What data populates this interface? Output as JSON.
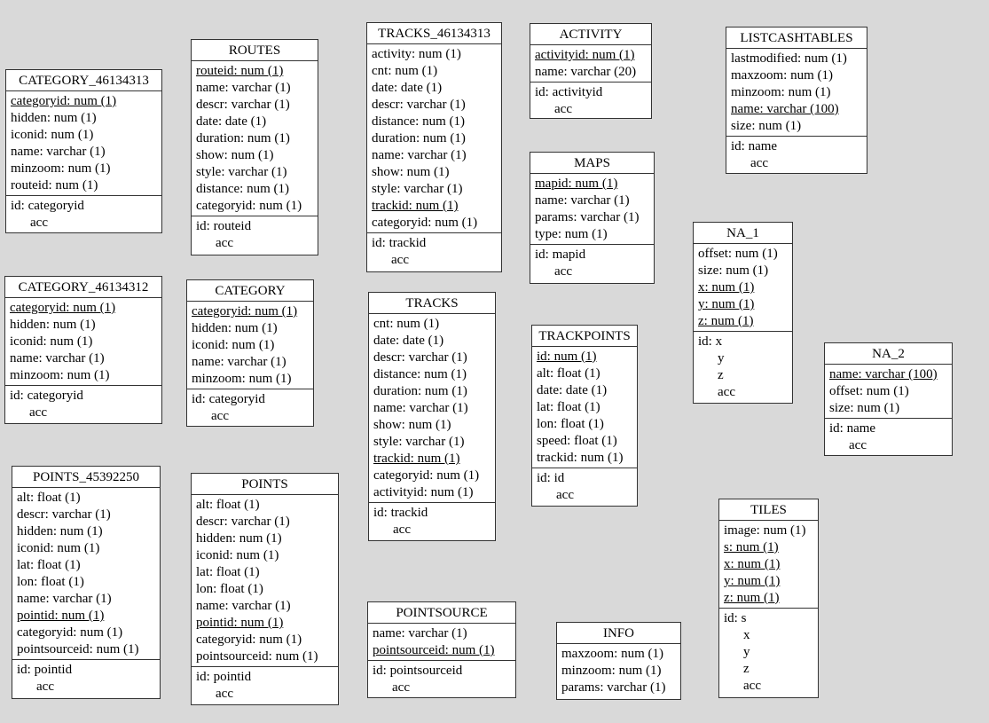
{
  "diagram": {
    "entities": [
      {
        "title": "CATEGORY_46134313",
        "attributes": [
          {
            "text": "categoryid: num (1)",
            "key": true
          },
          {
            "text": "hidden: num (1)"
          },
          {
            "text": "iconid: num (1)"
          },
          {
            "text": "name: varchar (1)"
          },
          {
            "text": "minzoom: num (1)"
          },
          {
            "text": "routeid: num (1)"
          }
        ],
        "id_label": "id: categoryid",
        "id_extra": [
          "acc"
        ]
      },
      {
        "title": "ROUTES",
        "attributes": [
          {
            "text": "routeid: num (1)",
            "key": true
          },
          {
            "text": "name: varchar (1)"
          },
          {
            "text": "descr: varchar (1)"
          },
          {
            "text": "date: date (1)"
          },
          {
            "text": "duration: num (1)"
          },
          {
            "text": "show: num (1)"
          },
          {
            "text": "style: varchar (1)"
          },
          {
            "text": "distance: num (1)"
          },
          {
            "text": "categoryid: num (1)"
          }
        ],
        "id_label": "id: routeid",
        "id_extra": [
          "acc"
        ]
      },
      {
        "title": "TRACKS_46134313",
        "attributes": [
          {
            "text": "activity: num (1)"
          },
          {
            "text": "cnt: num (1)"
          },
          {
            "text": "date: date (1)"
          },
          {
            "text": "descr: varchar (1)"
          },
          {
            "text": "distance: num (1)"
          },
          {
            "text": "duration: num (1)"
          },
          {
            "text": "name: varchar (1)"
          },
          {
            "text": "show: num (1)"
          },
          {
            "text": "style: varchar (1)"
          },
          {
            "text": "trackid: num (1)",
            "key": true
          },
          {
            "text": "categoryid: num (1)"
          }
        ],
        "id_label": "id: trackid",
        "id_extra": [
          "acc"
        ]
      },
      {
        "title": "ACTIVITY",
        "attributes": [
          {
            "text": "activityid: num (1)",
            "key": true
          },
          {
            "text": "name: varchar (20)"
          }
        ],
        "id_label": "id: activityid",
        "id_extra": [
          "acc"
        ]
      },
      {
        "title": "LISTCASHTABLES",
        "attributes": [
          {
            "text": "lastmodified: num (1)"
          },
          {
            "text": "maxzoom: num (1)"
          },
          {
            "text": "minzoom: num (1)"
          },
          {
            "text": "name: varchar (100)",
            "key": true
          },
          {
            "text": "size: num (1)"
          }
        ],
        "id_label": "id: name",
        "id_extra": [
          "acc"
        ]
      },
      {
        "title": "MAPS",
        "attributes": [
          {
            "text": "mapid: num (1)",
            "key": true
          },
          {
            "text": "name: varchar (1)"
          },
          {
            "text": "params: varchar (1)"
          },
          {
            "text": "type: num (1)"
          }
        ],
        "id_label": "id: mapid",
        "id_extra": [
          "acc"
        ]
      },
      {
        "title": "NA_1",
        "attributes": [
          {
            "text": "offset: num (1)"
          },
          {
            "text": "size: num (1)"
          },
          {
            "text": "x: num (1)",
            "key": true
          },
          {
            "text": "y: num (1)",
            "key": true
          },
          {
            "text": "z: num (1)",
            "key": true
          }
        ],
        "id_label": "id: x",
        "id_extra": [
          "y",
          "z",
          "acc"
        ]
      },
      {
        "title": "CATEGORY_46134312",
        "attributes": [
          {
            "text": "categoryid: num (1)",
            "key": true
          },
          {
            "text": "hidden: num (1)"
          },
          {
            "text": "iconid: num (1)"
          },
          {
            "text": "name: varchar (1)"
          },
          {
            "text": "minzoom: num (1)"
          }
        ],
        "id_label": "id: categoryid",
        "id_extra": [
          "acc"
        ]
      },
      {
        "title": "CATEGORY",
        "attributes": [
          {
            "text": "categoryid: num (1)",
            "key": true
          },
          {
            "text": "hidden: num (1)"
          },
          {
            "text": "iconid: num (1)"
          },
          {
            "text": "name: varchar (1)"
          },
          {
            "text": "minzoom: num (1)"
          }
        ],
        "id_label": "id: categoryid",
        "id_extra": [
          "acc"
        ]
      },
      {
        "title": "TRACKS",
        "attributes": [
          {
            "text": "cnt: num (1)"
          },
          {
            "text": "date: date (1)"
          },
          {
            "text": "descr: varchar (1)"
          },
          {
            "text": "distance: num (1)"
          },
          {
            "text": "duration: num (1)"
          },
          {
            "text": "name: varchar (1)"
          },
          {
            "text": "show: num (1)"
          },
          {
            "text": "style: varchar (1)"
          },
          {
            "text": "trackid: num (1)",
            "key": true
          },
          {
            "text": "categoryid: num (1)"
          },
          {
            "text": "activityid: num (1)"
          }
        ],
        "id_label": "id: trackid",
        "id_extra": [
          "acc"
        ]
      },
      {
        "title": "TRACKPOINTS",
        "attributes": [
          {
            "text": "id: num (1)",
            "key": true
          },
          {
            "text": "alt: float (1)"
          },
          {
            "text": "date: date (1)"
          },
          {
            "text": "lat: float (1)"
          },
          {
            "text": "lon: float (1)"
          },
          {
            "text": "speed: float (1)"
          },
          {
            "text": "trackid: num (1)"
          }
        ],
        "id_label": "id: id",
        "id_extra": [
          "acc"
        ]
      },
      {
        "title": "NA_2",
        "attributes": [
          {
            "text": "name: varchar (100)",
            "key": true
          },
          {
            "text": "offset: num (1)"
          },
          {
            "text": "size: num (1)"
          }
        ],
        "id_label": "id: name",
        "id_extra": [
          "acc"
        ]
      },
      {
        "title": "POINTS_45392250",
        "attributes": [
          {
            "text": "alt: float (1)"
          },
          {
            "text": "descr: varchar (1)"
          },
          {
            "text": "hidden: num (1)"
          },
          {
            "text": "iconid: num (1)"
          },
          {
            "text": "lat: float (1)"
          },
          {
            "text": "lon: float (1)"
          },
          {
            "text": "name: varchar (1)"
          },
          {
            "text": "pointid: num (1)",
            "key": true
          },
          {
            "text": "categoryid: num (1)"
          },
          {
            "text": "pointsourceid: num (1)"
          }
        ],
        "id_label": "id: pointid",
        "id_extra": [
          "acc"
        ]
      },
      {
        "title": "POINTS",
        "attributes": [
          {
            "text": "alt: float (1)"
          },
          {
            "text": "descr: varchar (1)"
          },
          {
            "text": "hidden: num (1)"
          },
          {
            "text": "iconid: num (1)"
          },
          {
            "text": "lat: float (1)"
          },
          {
            "text": "lon: float (1)"
          },
          {
            "text": "name: varchar (1)"
          },
          {
            "text": "pointid: num (1)",
            "key": true
          },
          {
            "text": "categoryid: num (1)"
          },
          {
            "text": "pointsourceid: num (1)"
          }
        ],
        "id_label": "id: pointid",
        "id_extra": [
          "acc"
        ]
      },
      {
        "title": "POINTSOURCE",
        "attributes": [
          {
            "text": "name: varchar (1)"
          },
          {
            "text": "pointsourceid: num (1)",
            "key": true
          }
        ],
        "id_label": "id: pointsourceid",
        "id_extra": [
          "acc"
        ]
      },
      {
        "title": "INFO",
        "attributes": [
          {
            "text": "maxzoom: num (1)"
          },
          {
            "text": "minzoom: num (1)"
          },
          {
            "text": "params: varchar (1)"
          }
        ],
        "id_label": "",
        "id_extra": []
      },
      {
        "title": "TILES",
        "attributes": [
          {
            "text": "image: num (1)"
          },
          {
            "text": "s: num (1)",
            "key": true
          },
          {
            "text": "x: num (1)",
            "key": true
          },
          {
            "text": "y: num (1)",
            "key": true
          },
          {
            "text": "z: num (1)",
            "key": true
          }
        ],
        "id_label": "id: s",
        "id_extra": [
          "x",
          "y",
          "z",
          "acc"
        ]
      }
    ]
  }
}
